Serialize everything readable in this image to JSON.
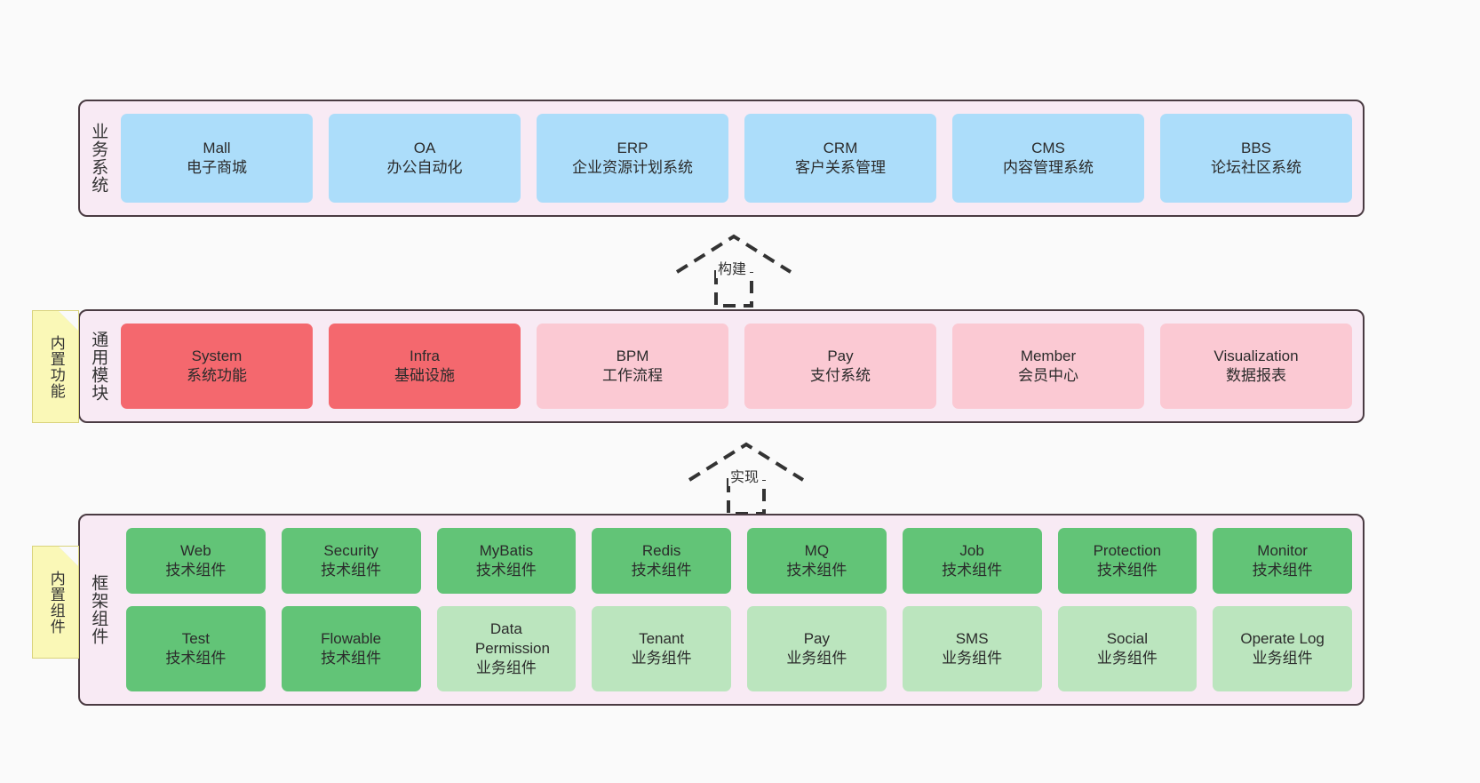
{
  "layers": [
    {
      "id": "business-system",
      "title": "业务系统",
      "note": null,
      "rows": [
        [
          {
            "name": "Mall",
            "desc": "电子商城",
            "color": "#ACDDFA"
          },
          {
            "name": "OA",
            "desc": "办公自动化",
            "color": "#ACDDFA"
          },
          {
            "name": "ERP",
            "desc": "企业资源计划系统",
            "color": "#ACDDFA"
          },
          {
            "name": "CRM",
            "desc": "客户关系管理",
            "color": "#ACDDFA"
          },
          {
            "name": "CMS",
            "desc": "内容管理系统",
            "color": "#ACDDFA"
          },
          {
            "name": "BBS",
            "desc": "论坛社区系统",
            "color": "#ACDDFA"
          }
        ]
      ]
    },
    {
      "id": "common-module",
      "title": "通用模块",
      "note": "内置功能",
      "rows": [
        [
          {
            "name": "System",
            "desc": "系统功能",
            "color": "#F4686E"
          },
          {
            "name": "Infra",
            "desc": "基础设施",
            "color": "#F4686E"
          },
          {
            "name": "BPM",
            "desc": "工作流程",
            "color": "#FBC9D3"
          },
          {
            "name": "Pay",
            "desc": "支付系统",
            "color": "#FBC9D3"
          },
          {
            "name": "Member",
            "desc": "会员中心",
            "color": "#FBC9D3"
          },
          {
            "name": "Visualization",
            "desc": "数据报表",
            "color": "#FBC9D3"
          }
        ]
      ]
    },
    {
      "id": "framework-component",
      "title": "框架组件",
      "note": "内置组件",
      "rows": [
        [
          {
            "name": "Web",
            "desc": "技术组件",
            "color": "#62C477"
          },
          {
            "name": "Security",
            "desc": "技术组件",
            "color": "#62C477"
          },
          {
            "name": "MyBatis",
            "desc": "技术组件",
            "color": "#62C477"
          },
          {
            "name": "Redis",
            "desc": "技术组件",
            "color": "#62C477"
          },
          {
            "name": "MQ",
            "desc": "技术组件",
            "color": "#62C477"
          },
          {
            "name": "Job",
            "desc": "技术组件",
            "color": "#62C477"
          },
          {
            "name": "Protection",
            "desc": "技术组件",
            "color": "#62C477"
          },
          {
            "name": "Monitor",
            "desc": "技术组件",
            "color": "#62C477"
          }
        ],
        [
          {
            "name": "Test",
            "desc": "技术组件",
            "color": "#62C477"
          },
          {
            "name": "Flowable",
            "desc": "技术组件",
            "color": "#62C477"
          },
          {
            "name": "Data Permission",
            "desc": "业务组件",
            "color": "#BBE5BE"
          },
          {
            "name": "Tenant",
            "desc": "业务组件",
            "color": "#BBE5BE"
          },
          {
            "name": "Pay",
            "desc": "业务组件",
            "color": "#BBE5BE"
          },
          {
            "name": "SMS",
            "desc": "业务组件",
            "color": "#BBE5BE"
          },
          {
            "name": "Social",
            "desc": "业务组件",
            "color": "#BBE5BE"
          },
          {
            "name": "Operate Log",
            "desc": "业务组件",
            "color": "#BBE5BE"
          }
        ]
      ]
    }
  ],
  "arrows": [
    {
      "id": "build",
      "label": "构建"
    },
    {
      "id": "implement",
      "label": "实现"
    }
  ],
  "colors": {
    "panel_bg": "#F8EAF4",
    "panel_border": "#4A3B42",
    "canvas_bg": "#FAFAFA",
    "note_bg": "#FAF8B7",
    "note_fold": "#CFCFCF",
    "arrow_stroke": "#333333",
    "blue": "#ACDDFA",
    "red": "#F4686E",
    "pink": "#FBC9D3",
    "green": "#62C477",
    "light_green": "#BBE5BE"
  }
}
